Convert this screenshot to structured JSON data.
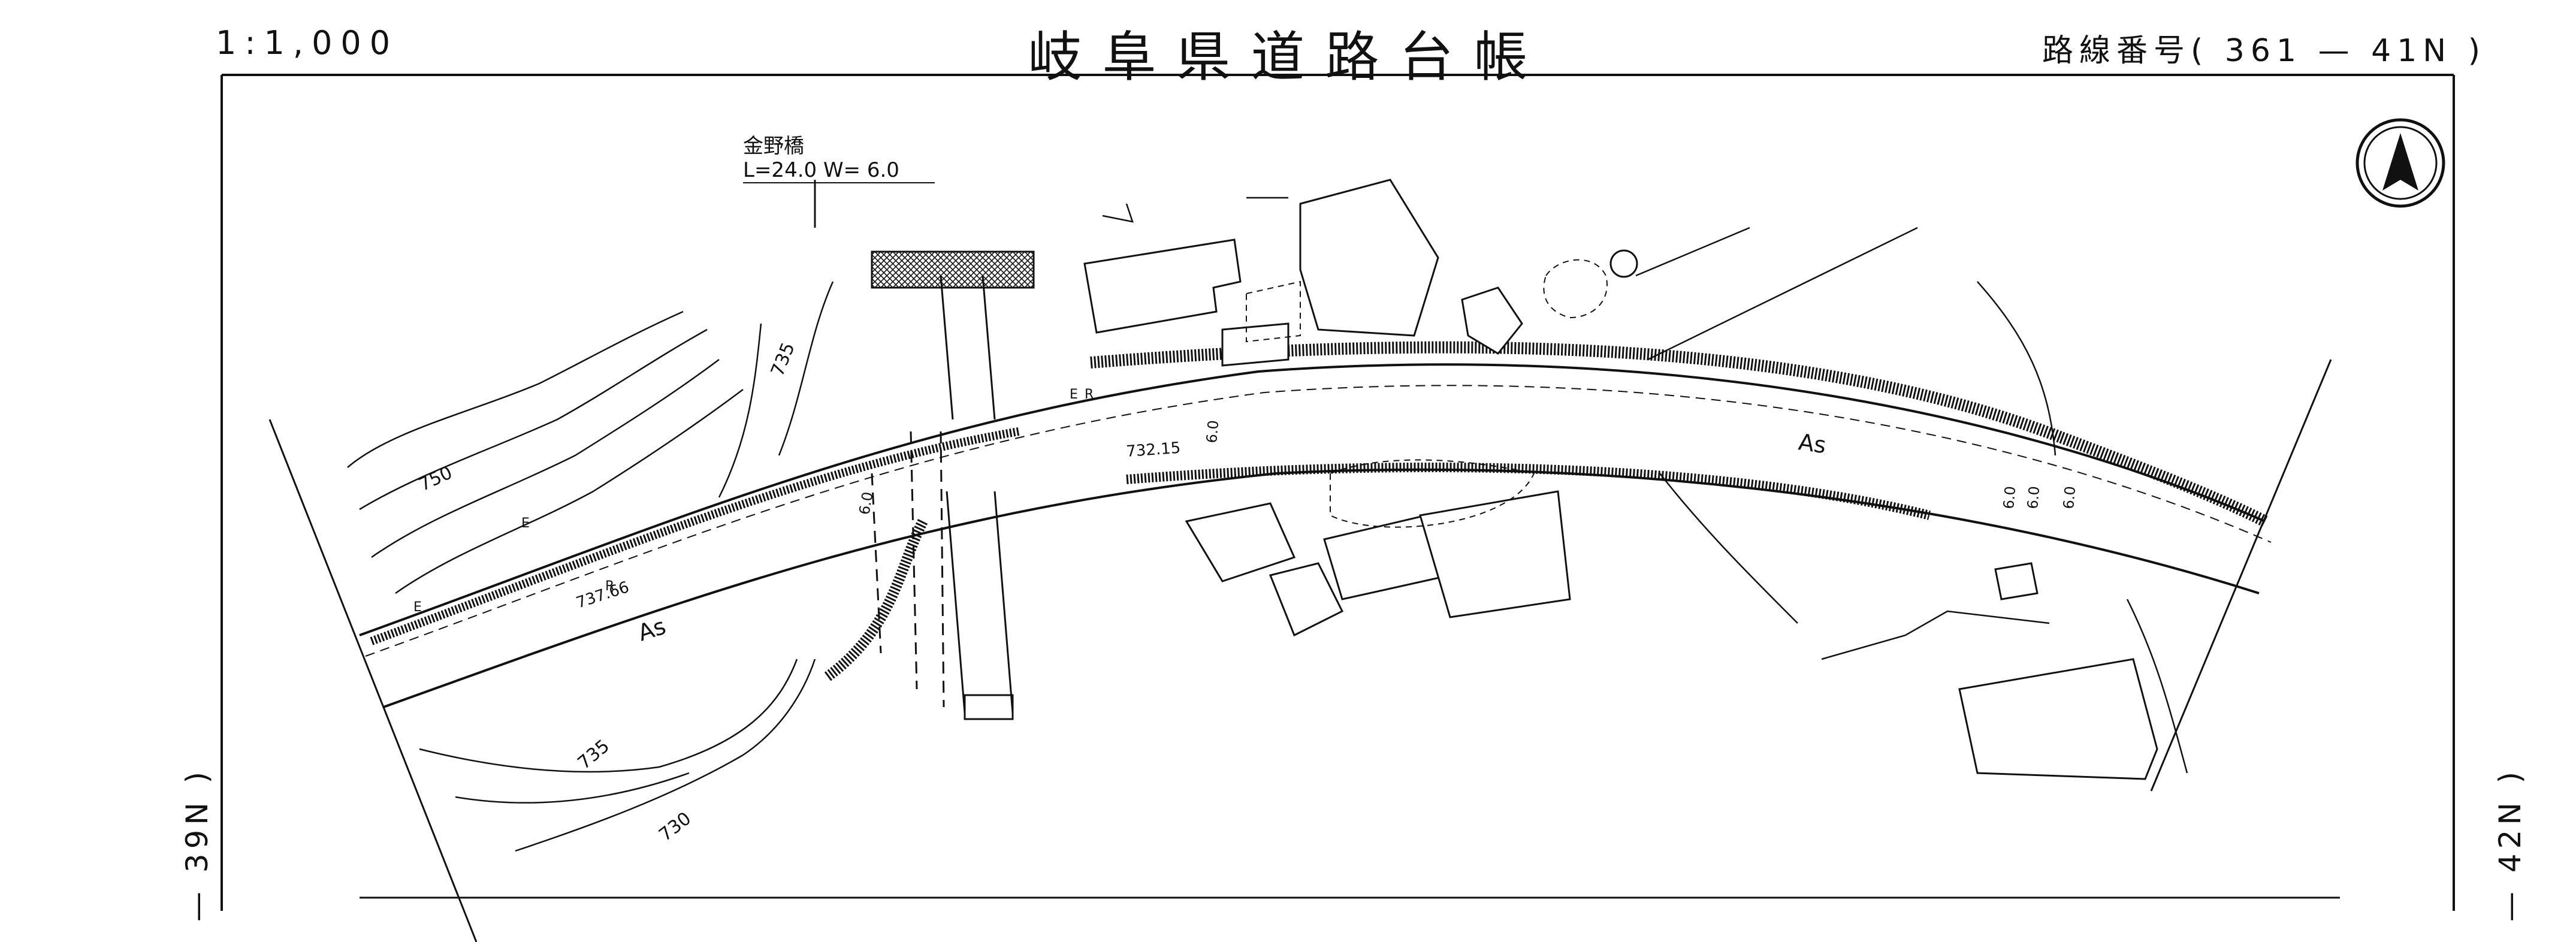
{
  "header": {
    "scale": "1:1,000",
    "title": "岐阜県道路台帳",
    "route_number": "路線番号( 361 — 41N )"
  },
  "side_labels": {
    "left": "— 39N )",
    "right": "— 42N )"
  },
  "map": {
    "bridge_name": "金野橋",
    "bridge_dims": "L=24.0 W= 6.0",
    "pavement_labels": [
      "As",
      "As"
    ],
    "elevations": [
      "737.66",
      "732.15"
    ],
    "contours": [
      "750",
      "735",
      "735",
      "730"
    ],
    "widths": [
      "6.0",
      "6.0",
      "6.0",
      "6.0",
      "6.0"
    ],
    "marks": [
      "R",
      "R",
      "E",
      "E",
      "E"
    ],
    "north_arrow": "north-arrow-icon"
  }
}
